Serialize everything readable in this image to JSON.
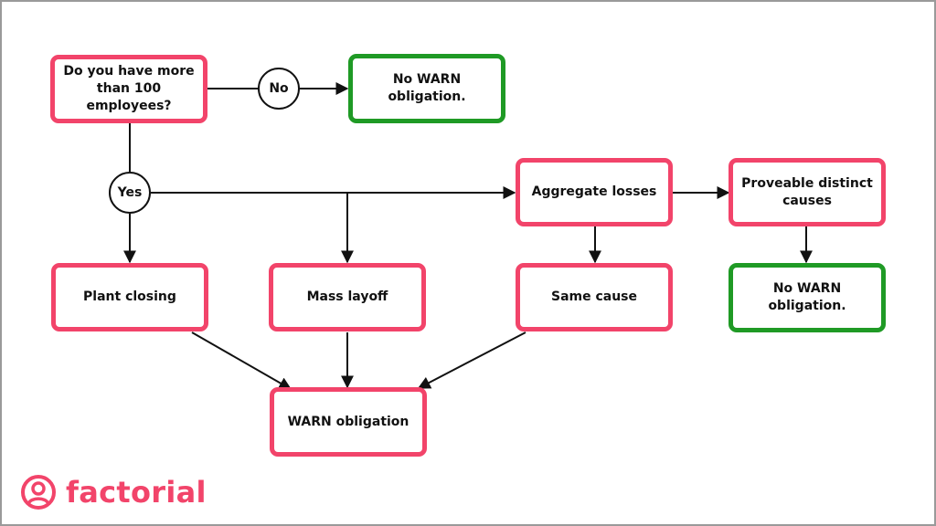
{
  "colors": {
    "accent": "#f2446a",
    "ok": "#1f9a25",
    "line": "#111111"
  },
  "nodes": {
    "question": "Do you have more than 100 employees?",
    "no_warn_top": "No WARN obligation.",
    "aggregate": "Aggregate losses",
    "distinct": "Proveable distinct causes",
    "plant": "Plant closing",
    "mass": "Mass layoff",
    "same": "Same cause",
    "no_warn_right": "No WARN obligation.",
    "warn": "WARN obligation"
  },
  "decisions": {
    "no": "No",
    "yes": "Yes"
  },
  "brand": {
    "name": "factorial",
    "icon": "person-in-circle-icon"
  }
}
